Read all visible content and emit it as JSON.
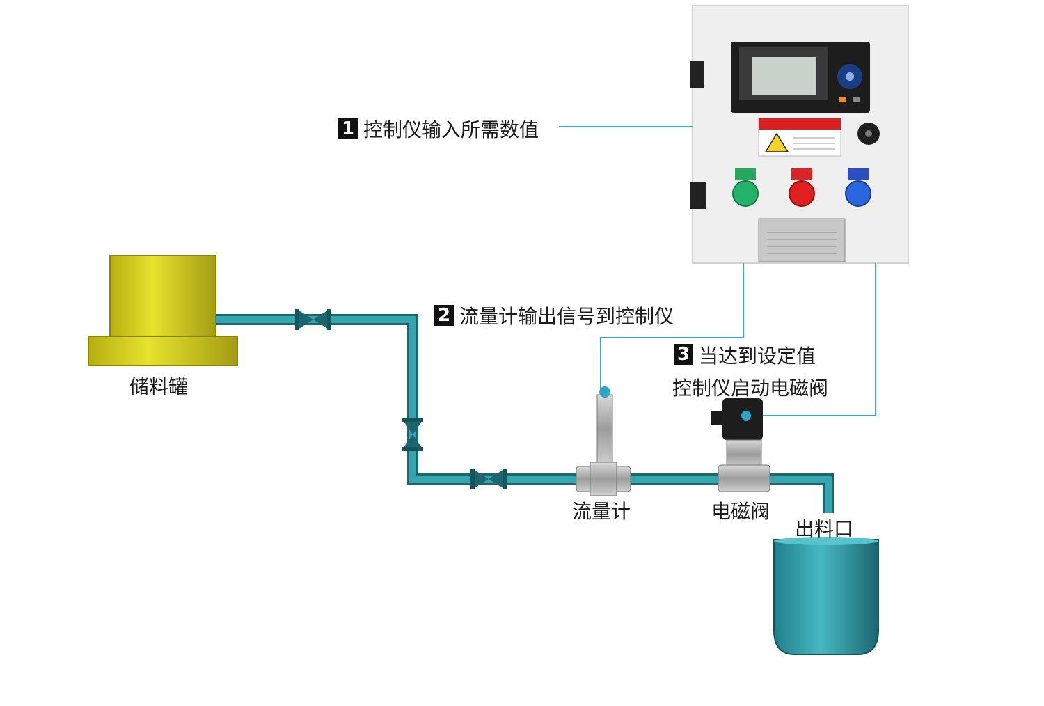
{
  "steps": [
    {
      "num": "1",
      "text": "控制仪输入所需数值"
    },
    {
      "num": "2",
      "text": "流量计输出信号到控制仪"
    },
    {
      "num": "3",
      "line1": "当达到设定值",
      "line2": "控制仪启动电磁阀"
    }
  ],
  "labels": {
    "storage_tank": "储料罐",
    "flow_meter": "流量计",
    "solenoid_valve": "电磁阀",
    "outlet": "出料口"
  },
  "colors": {
    "pipe": "#2e8f9a",
    "pipe_dark": "#1c6670",
    "tank": "#d3cf1f",
    "tank_dark": "#a39d12",
    "bucket": "#2b9aa5",
    "signal_line": "#3aa6d6",
    "cabinet": "#eeeeee"
  }
}
